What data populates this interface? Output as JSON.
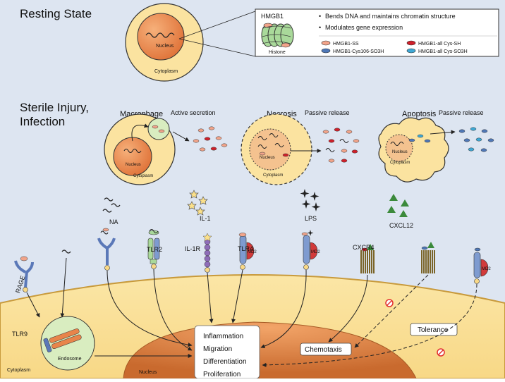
{
  "sections": {
    "resting": "Resting State",
    "injury_line1": "Sterile Injury,",
    "injury_line2": "Infection"
  },
  "resting_cell": {
    "nucleus": "Nucleus",
    "cytoplasm": "Cytoplasm"
  },
  "inset": {
    "hmgb1": "HMGB1",
    "histone": "Histone",
    "bullets": [
      "Bends DNA and maintains chromatin structure",
      "Modulates gene expression"
    ],
    "legend": [
      {
        "label": "HMGB1-SS",
        "color": "#f2a48a"
      },
      {
        "label": "HMGB1-all Cys-SH",
        "color": "#d0202a"
      },
      {
        "label": "HMGB1-Cys106-SO3H",
        "color": "#4f78b8"
      },
      {
        "label": "HMGB1-all Cys-SO3H",
        "color": "#3fa9d6"
      }
    ]
  },
  "columns": {
    "macrophage": {
      "title": "Macrophage",
      "release": "Active secretion",
      "nucleus": "Nucleus",
      "cytoplasm": "Cytoplasm"
    },
    "necrosis": {
      "title": "Necrosis",
      "release": "Passive release",
      "nucleus": "Nucleus",
      "cytoplasm": "Cytoplasm"
    },
    "apoptosis": {
      "title": "Apoptosis",
      "release": "Passive release",
      "nucleus": "Nucleus",
      "cytoplasm": "Cytoplasm"
    }
  },
  "ligands": {
    "na": "NA",
    "il1": "IL-1",
    "lps": "LPS",
    "cxcl12": "CXCL12"
  },
  "receptors": {
    "rage": "RAGE",
    "tlr2": "TLR2",
    "il1r": "IL-1R",
    "tlr4": "TLR4",
    "cxcr4": "CXCR4",
    "tlr9": "TLR9",
    "md2": "MD2"
  },
  "bottom": {
    "endosome": "Endosome",
    "cytoplasm": "Cytoplasm",
    "nucleus": "Nucleus",
    "outcomes": [
      "Inflammation",
      "Migration",
      "Differentiation",
      "Proliferation"
    ],
    "chemotaxis": "Chemotaxis",
    "tolerance": "Tolerance"
  },
  "colors": {
    "cell_yellow": "#fbe3a0",
    "nucleus_orange": "#e8844a",
    "endosome_green": "#d9edc0",
    "receptor_blue": "#7e9bd0",
    "il1r_purple": "#8e6db8",
    "cxcr4_brown": "#7a6428",
    "md2_red": "#d23a3a",
    "chemokine_green": "#3b8a3b",
    "inhibit_red": "#e23030"
  }
}
